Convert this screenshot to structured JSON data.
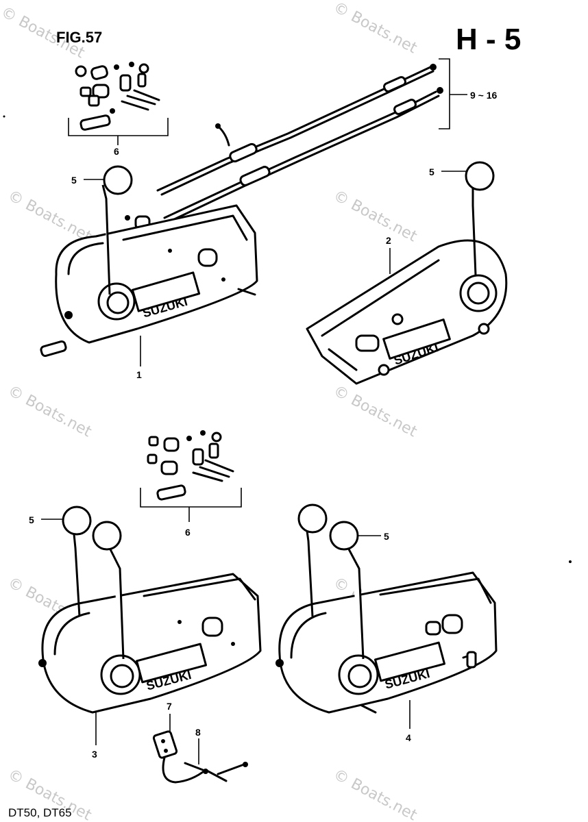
{
  "figure": {
    "label": "FIG.57",
    "section": "H - 5",
    "models": "DT50, DT65"
  },
  "watermark": "© Boats.net",
  "brand": "SUZUKI",
  "callouts": {
    "c1": "1",
    "c2": "2",
    "c3": "3",
    "c4": "4",
    "c5a": "5",
    "c5b": "5",
    "c5c": "5",
    "c5d": "5",
    "c6a": "6",
    "c6b": "6",
    "c7": "7",
    "c8": "8",
    "c9": "9 ~ 16"
  },
  "colors": {
    "ink": "#000000",
    "paper": "#ffffff",
    "watermark": "#c8c8c8"
  }
}
